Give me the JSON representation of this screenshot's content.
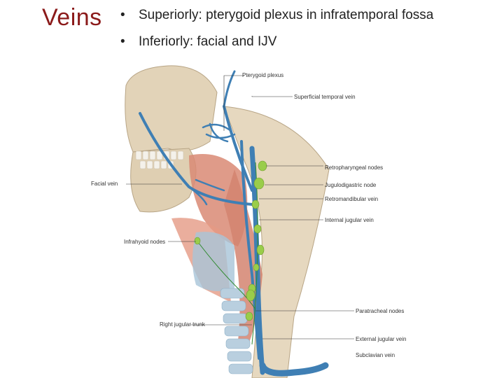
{
  "title": "Veins",
  "bullets": [
    "Superiorly: pterygoid plexus in infratemporal fossa",
    "Inferiorly: facial and IJV"
  ],
  "figure_labels": {
    "pterygoid_plexus": "Pterygoid plexus",
    "superficial_temporal_vein": "Superficial temporal vein",
    "retropharyngeal_nodes": "Retropharyngeal nodes",
    "jugulodigastric_node": "Jugulodigastric node",
    "retromandibular_vein": "Retromandibular vein",
    "internal_jugular_vein": "Internal jugular vein",
    "facial_vein": "Facial vein",
    "infrahyoid_nodes": "Infrahyoid nodes",
    "paratracheal_nodes": "Paratracheal nodes",
    "right_jugular_trunk": "Right jugular trunk",
    "external_jugular_vein": "External jugular vein",
    "subclavian_vein": "Subclavian vein"
  },
  "colors": {
    "title": "#8b1a1a",
    "vein": "#3f7fb4",
    "lymph_node": "#9acd4a",
    "muscle": "#d98a74",
    "bone": "#e2d3b8"
  }
}
